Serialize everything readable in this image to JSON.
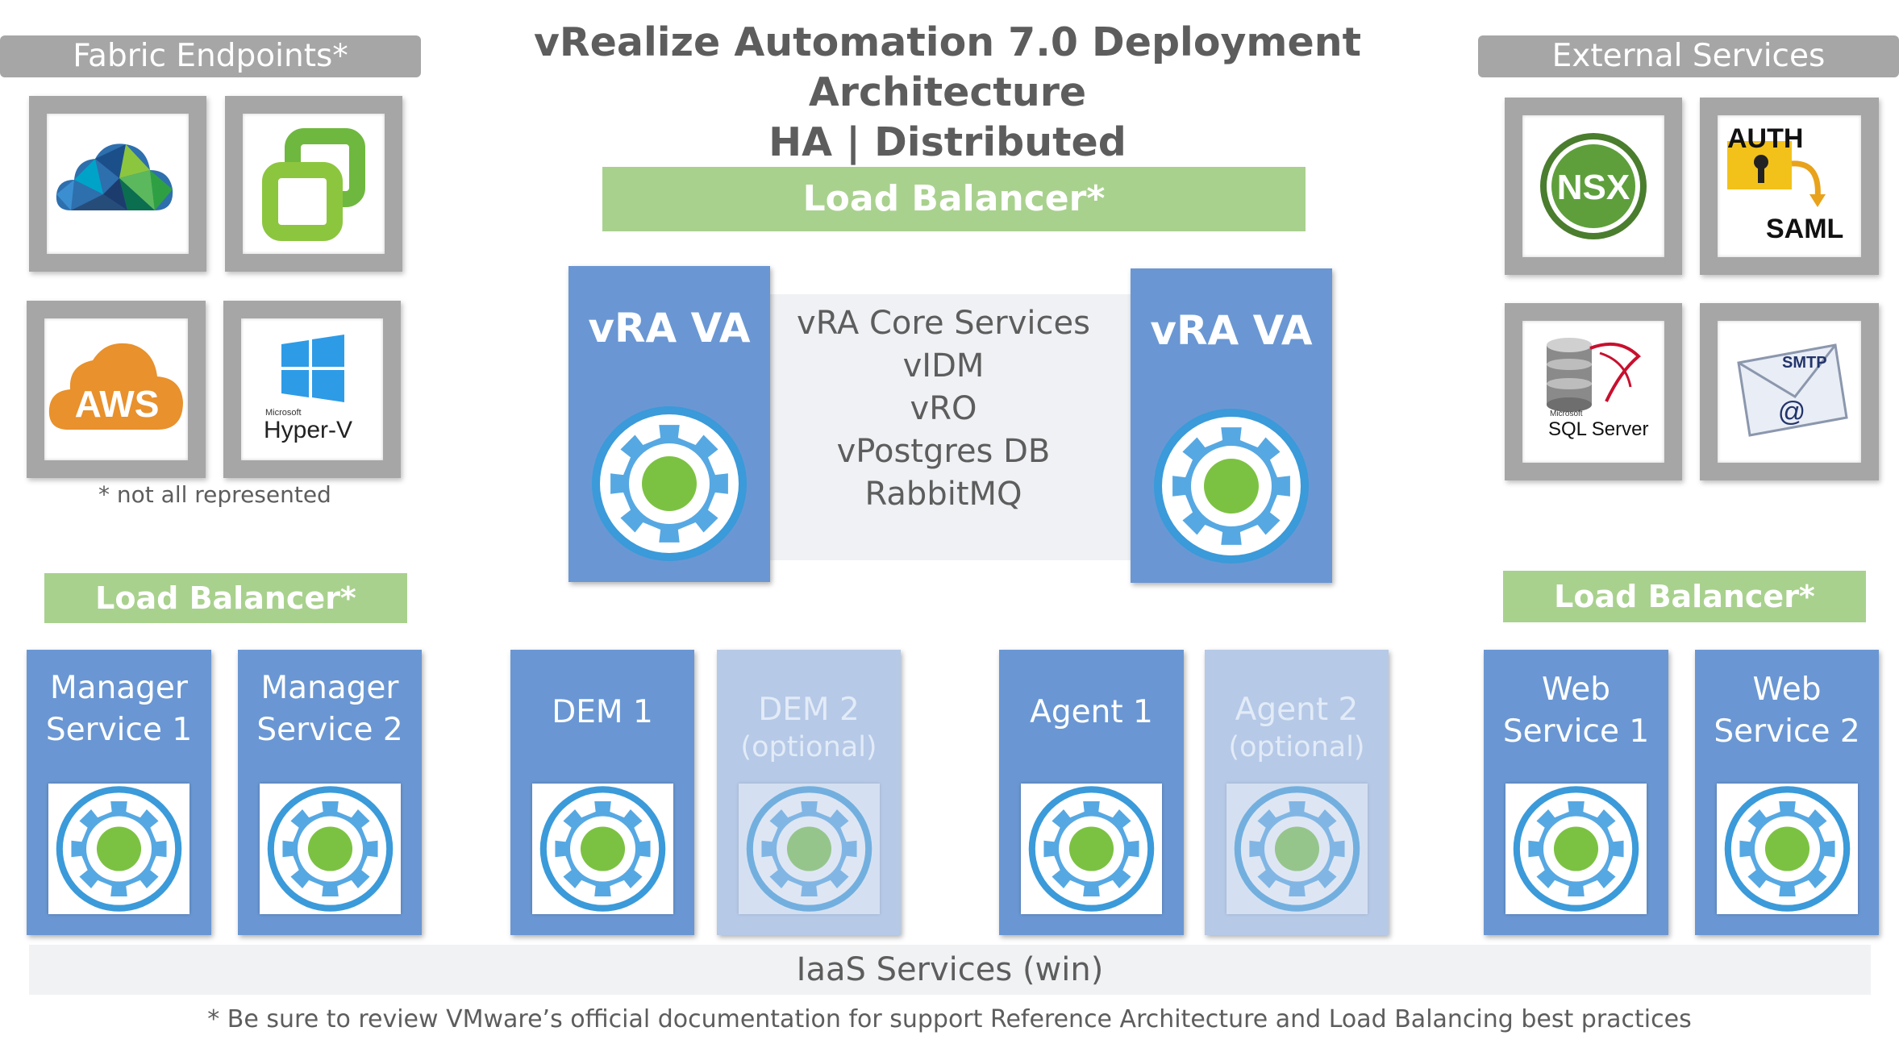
{
  "title": {
    "line1": "vRealize Automation 7.0 Deployment Architecture",
    "line2": "HA | Distributed"
  },
  "fabric": {
    "header": "Fabric Endpoints*",
    "tiles": [
      {
        "icon": "vcloud-icon"
      },
      {
        "icon": "vsphere-icon"
      },
      {
        "icon": "aws-icon",
        "label": "AWS"
      },
      {
        "icon": "hyperv-icon",
        "label_small": "Microsoft",
        "label": "Hyper-V"
      }
    ],
    "note": "* not all represented"
  },
  "external": {
    "header": "External Services",
    "tiles": [
      {
        "icon": "nsx-icon",
        "label": "NSX"
      },
      {
        "icon": "auth-saml-icon",
        "label_top": "AUTH",
        "label_bottom": "SAML"
      },
      {
        "icon": "sql-server-icon",
        "label_small": "Microsoft",
        "label": "SQL Server"
      },
      {
        "icon": "smtp-icon",
        "label": "SMTP",
        "label_at": "@"
      }
    ]
  },
  "load_balancers": {
    "center": "Load Balancer*",
    "left": "Load Balancer*",
    "right": "Load Balancer*"
  },
  "appliances": {
    "left": "vRA VA",
    "right": "vRA VA"
  },
  "core_services": [
    "vRA Core Services",
    "vIDM",
    "vRO",
    "vPostgres DB",
    "RabbitMQ"
  ],
  "iaas_services": [
    {
      "line1": "Manager",
      "line2": "Service 1",
      "optional": false
    },
    {
      "line1": "Manager",
      "line2": "Service 2",
      "optional": false
    },
    {
      "line1": "DEM 1",
      "line2": "",
      "optional": false
    },
    {
      "line1": "DEM 2",
      "line2": "(optional)",
      "optional": true
    },
    {
      "line1": "Agent 1",
      "line2": "",
      "optional": false
    },
    {
      "line1": "Agent 2",
      "line2": "(optional)",
      "optional": true
    },
    {
      "line1": "Web",
      "line2": "Service 1",
      "optional": false
    },
    {
      "line1": "Web",
      "line2": "Service 2",
      "optional": false
    }
  ],
  "iaas_label": "IaaS Services (win)",
  "footnote": "* Be sure to review VMware’s official documentation for support Reference Architecture and Load Balancing best practices",
  "colors": {
    "service_blue": "#6a97d3",
    "optional_blue": "#b6c9e7",
    "load_balancer_green": "#a9d18e",
    "header_gray": "#a6a6a6",
    "gear_green": "#7cc242"
  }
}
